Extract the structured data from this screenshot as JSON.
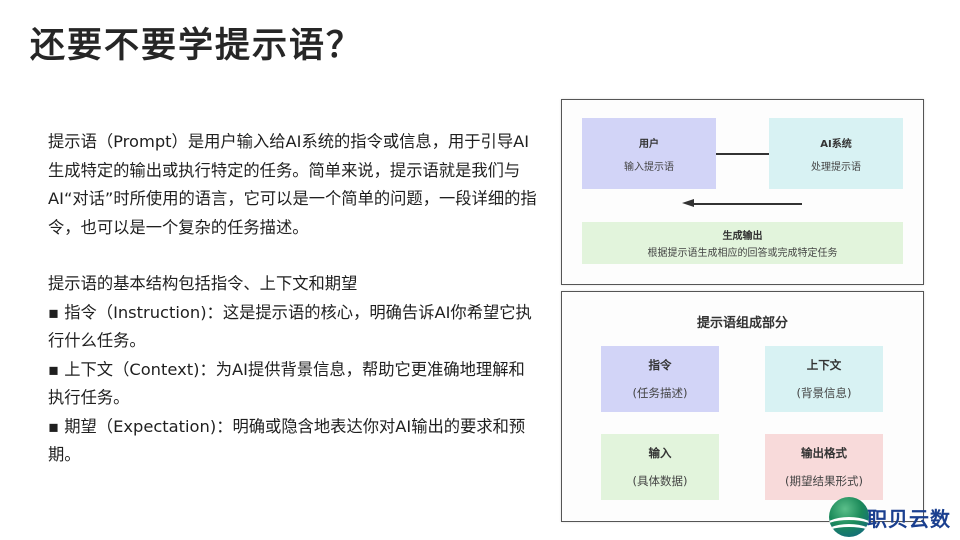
{
  "slide": {
    "title": "还要不要学提示语？"
  },
  "body": {
    "intro": "提示语（Prompt）是用户输入给AI系统的指令或信息，用于引导AI生成特定的输出或执行特定的任务。简单来说，提示语就是我们与AI“对话”时所使用的语言，它可以是一个简单的问题，一段详细的指令，也可以是一个复杂的任务描述。",
    "structure_heading": "提示语的基本结构包括指令、上下文和期望",
    "bullets": [
      "指令（Instruction)：这是提示语的核心，明确告诉AI你希望它执行什么任务。",
      "上下文（Context)：为AI提供背景信息，帮助它更准确地理解和执行任务。",
      "期望（Expectation)：明确或隐含地表达你对AI输出的要求和预期。"
    ]
  },
  "flow_diagram": {
    "user": {
      "title": "用户",
      "subtitle": "输入提示语",
      "color": "#d2d4f7"
    },
    "ai": {
      "title": "AI系统",
      "subtitle": "处理提示语",
      "color": "#d8f2f3"
    },
    "output": {
      "title": "生成输出",
      "subtitle": "根据提示语生成相应的回答或完成特定任务",
      "color": "#e2f4dc"
    }
  },
  "components_diagram": {
    "title": "提示语组成部分",
    "items": [
      {
        "title": "指令",
        "subtitle": "(任务描述)",
        "color": "#d2d4f7"
      },
      {
        "title": "上下文",
        "subtitle": "(背景信息)",
        "color": "#d8f2f3"
      },
      {
        "title": "输入",
        "subtitle": "(具体数据)",
        "color": "#e2f4dc"
      },
      {
        "title": "输出格式",
        "subtitle": "(期望结果形式)",
        "color": "#f8dada"
      }
    ]
  },
  "logo": {
    "text": "职贝云数",
    "icon": "wave-globe-icon"
  }
}
